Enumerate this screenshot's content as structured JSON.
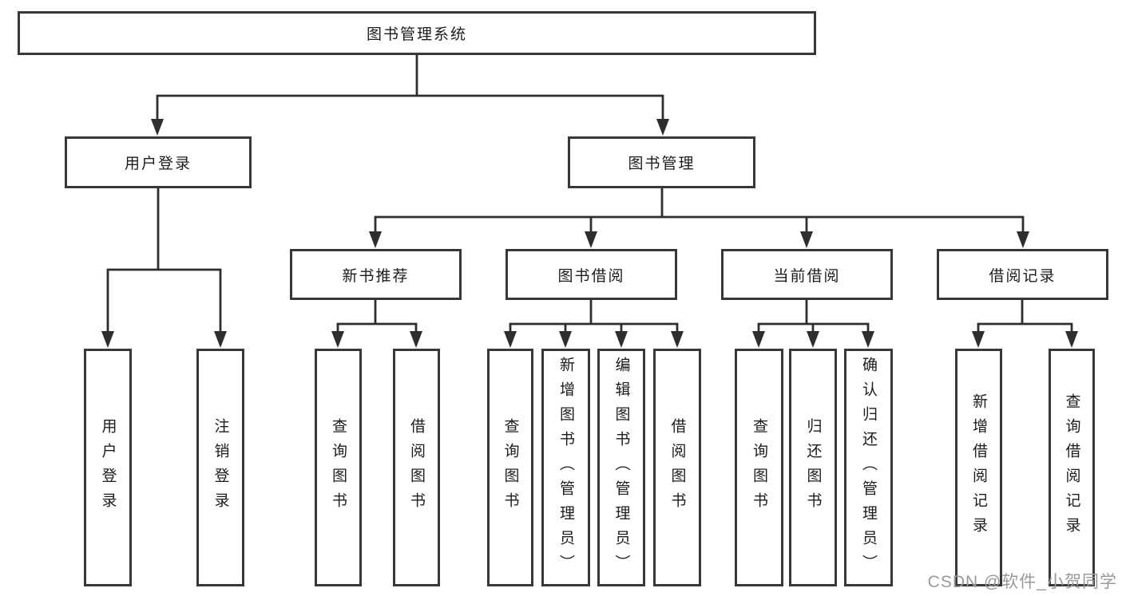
{
  "diagram": {
    "root": {
      "label": "图书管理系统"
    },
    "branches": [
      {
        "label": "用户登录",
        "children": [
          {
            "label": "用户登录"
          },
          {
            "label": "注销登录"
          }
        ]
      },
      {
        "label": "图书管理",
        "children": [
          {
            "label": "新书推荐",
            "children": [
              {
                "label": "查询图书"
              },
              {
                "label": "借阅图书"
              }
            ]
          },
          {
            "label": "图书借阅",
            "children": [
              {
                "label": "查询图书"
              },
              {
                "label": "新增图书（管理员）"
              },
              {
                "label": "编辑图书（管理员）"
              },
              {
                "label": "借阅图书"
              }
            ]
          },
          {
            "label": "当前借阅",
            "children": [
              {
                "label": "查询图书"
              },
              {
                "label": "归还图书"
              },
              {
                "label": "确认归还（管理员）"
              }
            ]
          },
          {
            "label": "借阅记录",
            "children": [
              {
                "label": "新增借阅记录"
              },
              {
                "label": "查询借阅记录"
              }
            ]
          }
        ]
      }
    ]
  },
  "watermark": {
    "text": "CSDN @软件_小贺同学"
  },
  "colors": {
    "line": "#2e2e2e",
    "box_border": "#383838",
    "text": "#1c1c1c",
    "watermark": "#9c9898",
    "background": "#ffffff"
  }
}
